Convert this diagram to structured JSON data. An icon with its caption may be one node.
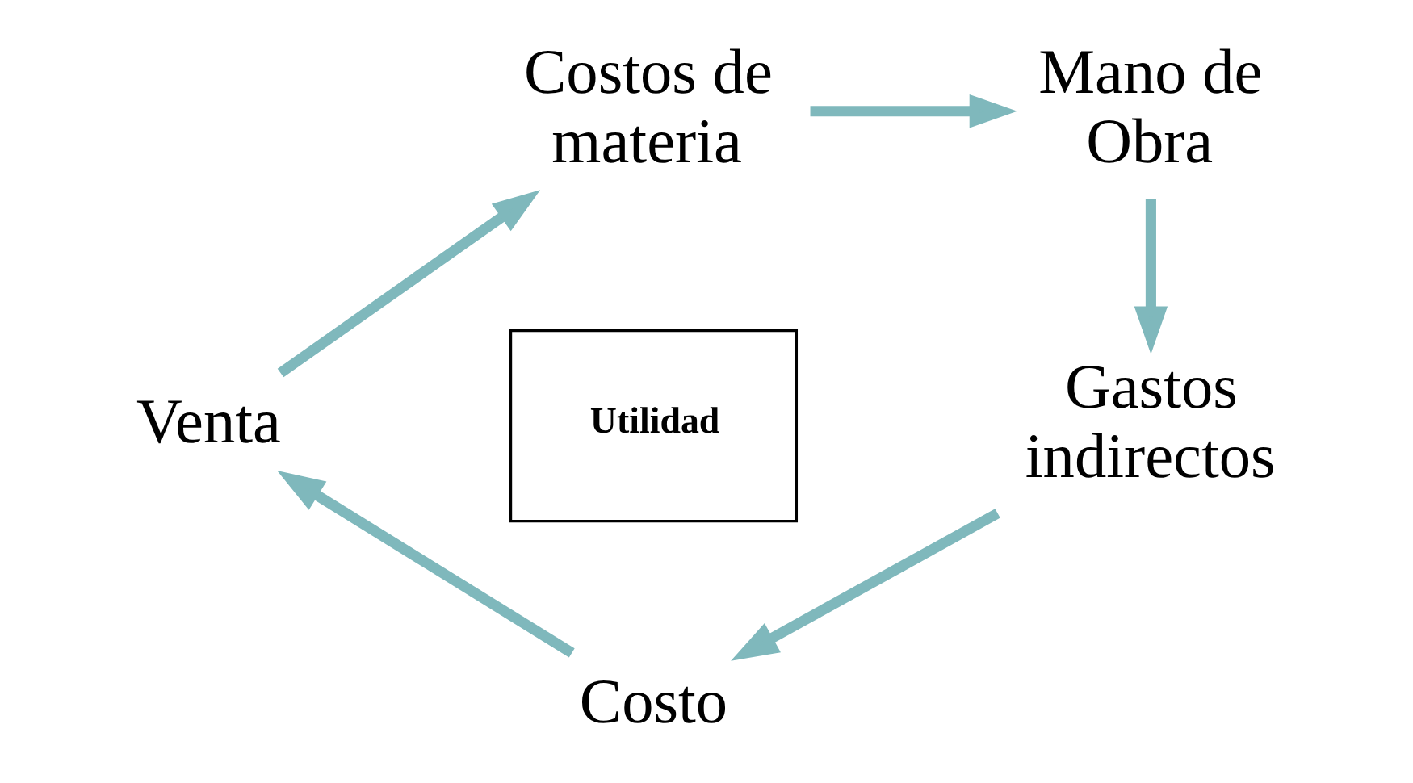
{
  "diagram": {
    "nodes": [
      {
        "text": [
          "Costos de materia"
        ]
      },
      {
        "text": [
          "Mano de Obra"
        ]
      },
      {
        "text": [
          "Gastos indirectos"
        ]
      },
      {
        "text": [
          "Costo"
        ]
      },
      {
        "text": [
          "Venta"
        ]
      },
      {
        "text": [
          "Utilidad"
        ]
      }
    ],
    "edges": [
      {
        "from": 0,
        "to": 1,
        "arrow": "to"
      },
      {
        "from": 1,
        "to": 2,
        "arrow": "to"
      },
      {
        "from": 2,
        "to": 3,
        "arrow": "to"
      },
      {
        "from": 3,
        "to": 4,
        "arrow": "to"
      },
      {
        "from": 4,
        "to": 0,
        "arrow": "to"
      }
    ]
  }
}
